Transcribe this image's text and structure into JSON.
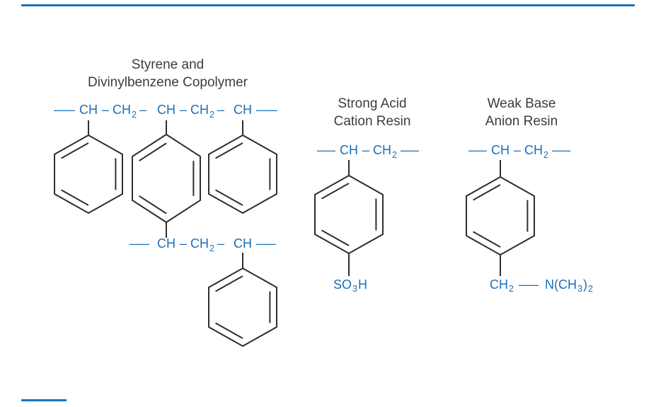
{
  "colors": {
    "background": "#ffffff",
    "chain_text": "#1a6fba",
    "title_text": "#3d3d3d",
    "bond_line": "#2e2e2e",
    "accent_bar": "#1a73c0"
  },
  "copolymer": {
    "title": [
      "Styrene and",
      "Divinylbenzene Copolymer"
    ],
    "chain_top_tokens": [
      "—",
      "CH",
      "–",
      "CH",
      "2",
      "–",
      "CH",
      "–",
      "CH",
      "2",
      "–",
      "CH",
      "—"
    ],
    "chain_bottom_tokens": [
      "—",
      "CH",
      "–",
      "CH",
      "2",
      "–",
      "CH",
      "—"
    ]
  },
  "strong_acid": {
    "title": [
      "Strong Acid",
      "Cation Resin"
    ],
    "chain_tokens": [
      "—",
      "CH",
      "–",
      "CH",
      "2",
      "—"
    ],
    "functional_group_tokens": [
      "SO",
      "3",
      "H"
    ]
  },
  "weak_base": {
    "title": [
      "Weak Base",
      "Anion Resin"
    ],
    "chain_tokens": [
      "—",
      "CH",
      "–",
      "CH",
      "2",
      "—"
    ],
    "functional_group_tokens": [
      "CH",
      "2",
      "—",
      "N(CH",
      "3",
      ")",
      "2"
    ]
  }
}
